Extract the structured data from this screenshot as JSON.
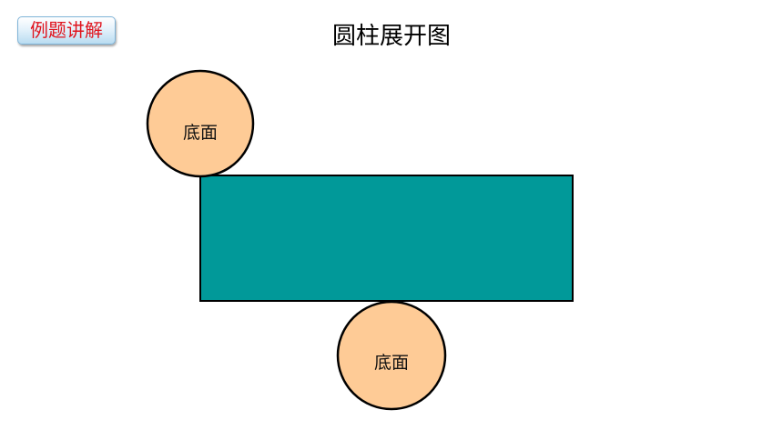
{
  "badge": {
    "label": "例题讲解"
  },
  "title": "圆柱展开图",
  "net": {
    "top_circle_label": "底面",
    "bottom_circle_label": "底面"
  },
  "colors": {
    "rectangle_fill": "#019999",
    "circle_fill": "#fecb96",
    "outline": "#000000",
    "badge_text": "#e0141e"
  }
}
